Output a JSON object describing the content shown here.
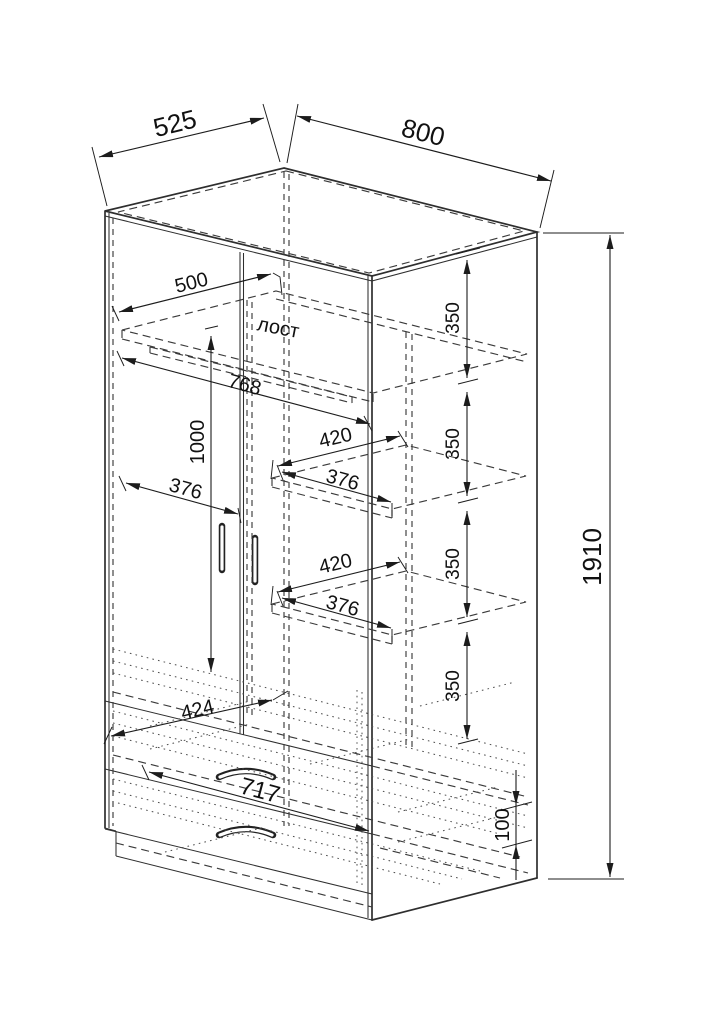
{
  "drawing": {
    "kind": "wardrobe assembly technical drawing",
    "background": "#ffffff",
    "line_color": "#2e2e2e",
    "dim_color": "#1c1c1c"
  },
  "dims": {
    "depth": "525",
    "width": "800",
    "height": "1910",
    "inner_depth": "500",
    "inner_width": "768",
    "hang_height": "1000",
    "door_width": "376",
    "shelf1_depth": "420",
    "shelf1_width": "376",
    "shelf2_depth": "420",
    "shelf2_width": "376",
    "gap1": "350",
    "gap2": "350",
    "gap3": "350",
    "gap4": "350",
    "drawer_depth": "424",
    "drawer_width": "717",
    "plinth_height": "100",
    "rod_label": "лост"
  }
}
